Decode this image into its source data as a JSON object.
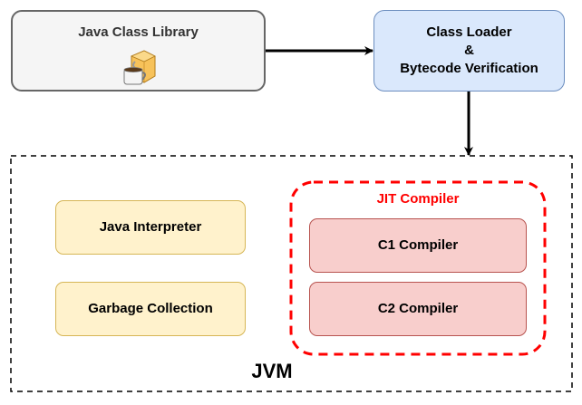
{
  "diagram": {
    "java_class_library": {
      "label": "Java Class Library",
      "icon": "java-coffee-cup-icon"
    },
    "class_loader": {
      "lines": [
        "Class Loader",
        "&",
        "Bytecode Verification"
      ]
    },
    "jvm": {
      "label": "JVM",
      "java_interpreter": "Java Interpreter",
      "garbage_collection": "Garbage Collection",
      "jit_compiler": {
        "label": "JIT Compiler",
        "c1": "C1 Compiler",
        "c2": "C2 Compiler"
      }
    },
    "edges": [
      {
        "from": "Java Class Library",
        "to": "Class Loader & Bytecode Verification"
      },
      {
        "from": "Class Loader & Bytecode Verification",
        "to": "JVM"
      }
    ],
    "colors": {
      "library_fill": "#f5f5f5",
      "library_stroke": "#666666",
      "loader_fill": "#dae8fc",
      "loader_stroke": "#6c8ebf",
      "runtime_fill": "#fff2cc",
      "runtime_stroke": "#d6b656",
      "compiler_fill": "#f8cecc",
      "compiler_stroke": "#b85450",
      "jit_border": "#ff0000"
    }
  }
}
